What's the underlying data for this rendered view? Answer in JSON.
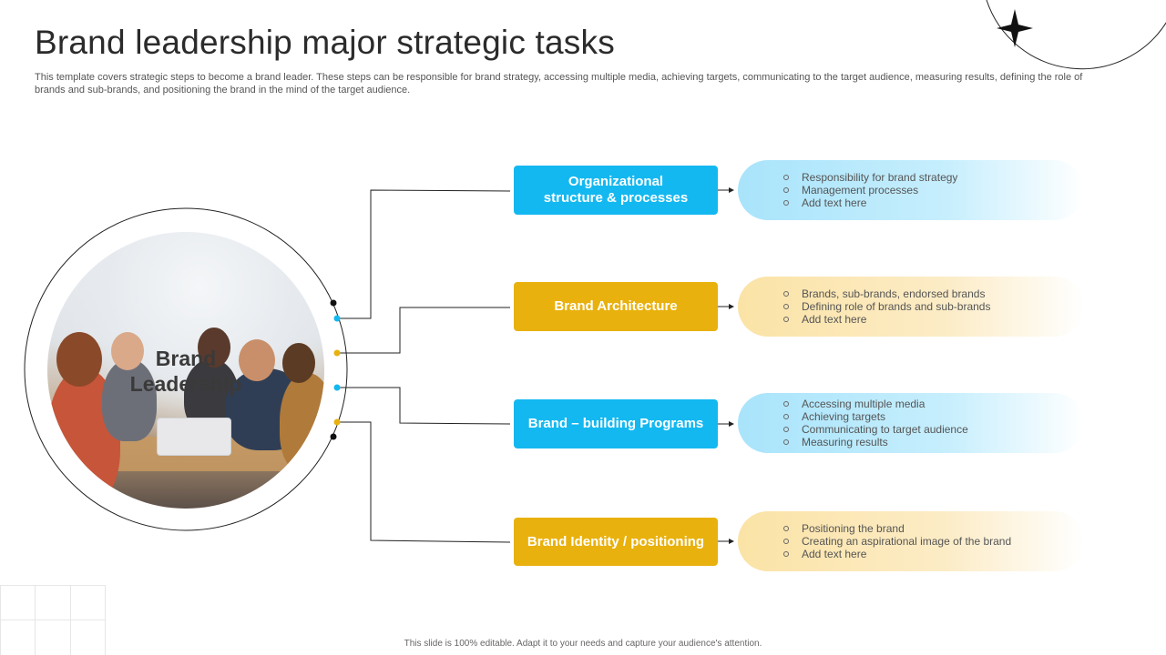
{
  "header": {
    "title": "Brand leadership major strategic tasks",
    "subtitle": "This template covers strategic steps to become a brand leader. These steps can be responsible for brand strategy, accessing multiple media, achieving targets, communicating to the target audience, measuring results, defining the role of brands and sub-brands, and positioning the brand in the mind of the target audience."
  },
  "center": {
    "label": "Brand\nLeadership"
  },
  "colors": {
    "blue": "#13b8f0",
    "gold": "#e9b10d",
    "blue_light": "#a9e4fb",
    "gold_light": "#fbe3a6"
  },
  "tasks": [
    {
      "label": "Organizational\nstructure & processes",
      "color": "blue",
      "bullets": [
        "Responsibility for brand strategy",
        "Management processes",
        "Add text here"
      ]
    },
    {
      "label": "Brand Architecture",
      "color": "gold",
      "bullets": [
        "Brands, sub-brands, endorsed brands",
        "Defining role of brands and sub-brands",
        "Add text here"
      ]
    },
    {
      "label": "Brand – building Programs",
      "color": "blue",
      "bullets": [
        "Accessing multiple media",
        "Achieving targets",
        "Communicating to target audience",
        "Measuring results"
      ]
    },
    {
      "label": "Brand Identity / positioning",
      "color": "gold",
      "bullets": [
        "Positioning the brand",
        "Creating an aspirational image of the brand",
        "Add text here"
      ]
    }
  ],
  "footer": {
    "note": "This slide is 100% editable. Adapt it to your needs and capture your audience's attention."
  }
}
